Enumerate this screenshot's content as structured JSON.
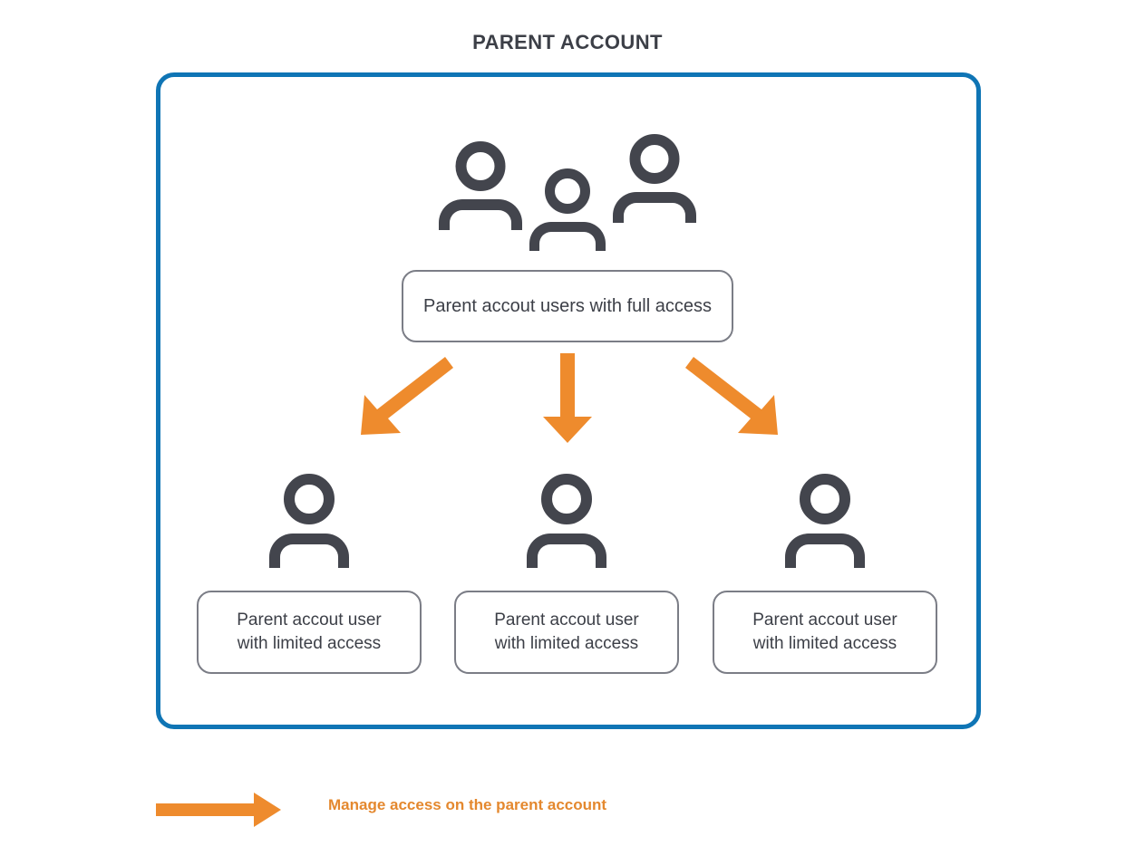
{
  "page": {
    "title": "PARENT ACCOUNT",
    "background_color": "#ffffff"
  },
  "colors": {
    "frame_blue": "#0f75b5",
    "arrow_orange": "#ee8b2d",
    "icon_gray": "#43454d",
    "box_border_gray": "#7b7d86",
    "text_dark": "#3c3f47",
    "legend_text_orange": "#e4882e"
  },
  "frame": {
    "name": "parent-account-container"
  },
  "top_group": {
    "icon_name": "three-users-icon",
    "icon_count": 3,
    "box_label": "Parent accout users with full access"
  },
  "arrows": [
    {
      "name": "arrow-down-left",
      "direction": "down-left",
      "color": "#ee8b2d"
    },
    {
      "name": "arrow-down",
      "direction": "down",
      "color": "#ee8b2d"
    },
    {
      "name": "arrow-down-right",
      "direction": "down-right",
      "color": "#ee8b2d"
    }
  ],
  "children": [
    {
      "icon_name": "user-icon",
      "line1": "Parent accout user",
      "line2": "with limited access"
    },
    {
      "icon_name": "user-icon",
      "line1": "Parent accout user",
      "line2": "with limited access"
    },
    {
      "icon_name": "user-icon",
      "line1": "Parent accout user",
      "line2": "with limited access"
    }
  ],
  "legend": {
    "arrow_icon": "arrow-right-icon",
    "label": "Manage access on the parent account"
  }
}
